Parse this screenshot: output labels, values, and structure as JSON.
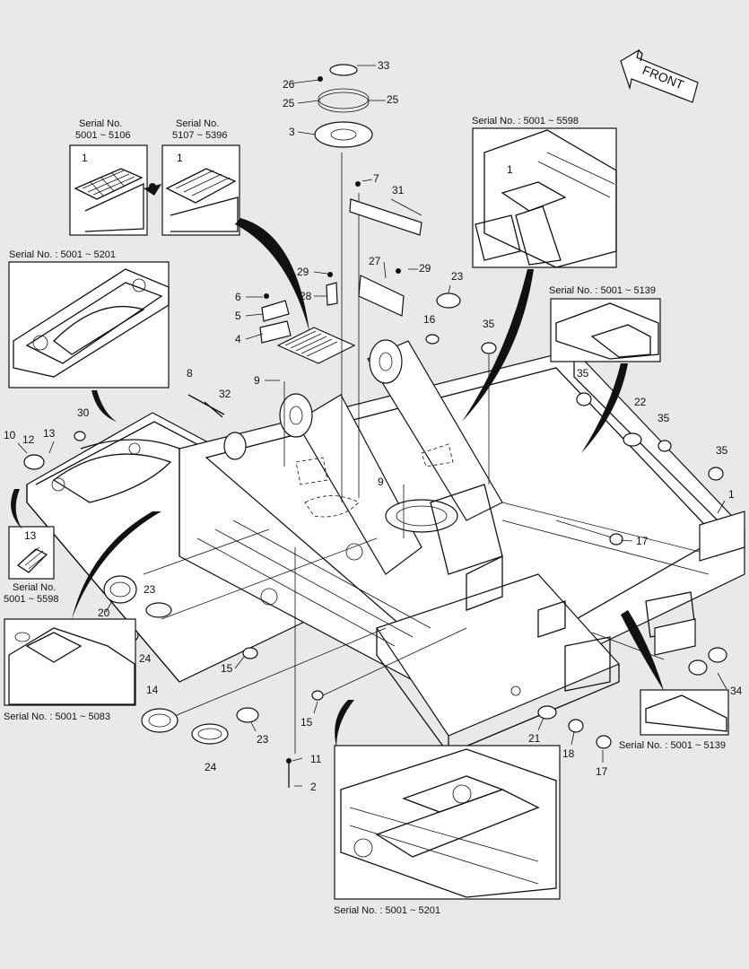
{
  "front_label": "FRONT",
  "captions": [
    {
      "id": "c1",
      "lines": [
        "Serial No.",
        "5001 ~ 5106"
      ]
    },
    {
      "id": "c2",
      "lines": [
        "Serial No.",
        "5107 ~ 5396"
      ]
    },
    {
      "id": "c3",
      "lines": [
        "Serial No. : 5001 ~ 5598"
      ]
    },
    {
      "id": "c4",
      "lines": [
        "Serial No. : 5001 ~ 5201"
      ]
    },
    {
      "id": "c5",
      "lines": [
        "Serial No. : 5001 ~ 5139"
      ]
    },
    {
      "id": "c6",
      "lines": [
        "Serial No.",
        "5001 ~ 5598"
      ]
    },
    {
      "id": "c7",
      "lines": [
        "Serial No. : 5001 ~ 5083"
      ]
    },
    {
      "id": "c8",
      "lines": [
        "Serial No. : 5001 ~ 5139"
      ]
    },
    {
      "id": "c9",
      "lines": [
        "Serial No. : 5001 ~ 5201"
      ]
    }
  ],
  "part_labels": [
    "33",
    "26",
    "25",
    "25",
    "3",
    "7",
    "31",
    "27",
    "29",
    "29",
    "28",
    "23",
    "6",
    "5",
    "4",
    "16",
    "35",
    "8",
    "9",
    "32",
    "35",
    "22",
    "35",
    "35",
    "1",
    "30",
    "10",
    "12",
    "13",
    "13",
    "9",
    "17",
    "20",
    "23",
    "24",
    "15",
    "14",
    "15",
    "23",
    "24",
    "11",
    "2",
    "21",
    "18",
    "17",
    "34",
    "1",
    "1",
    "1"
  ]
}
